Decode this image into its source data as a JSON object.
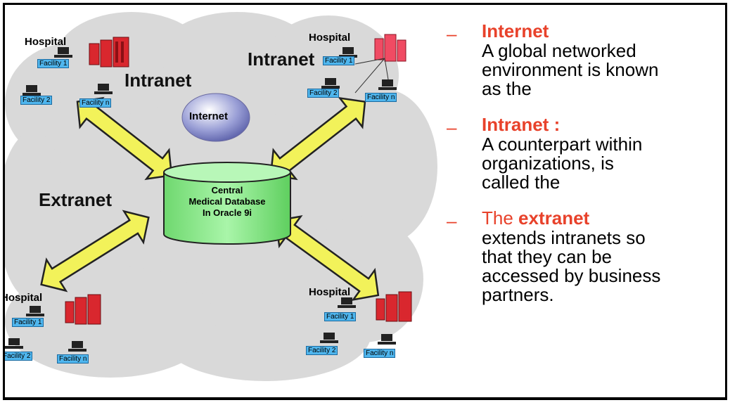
{
  "diagram": {
    "labels": {
      "intranet_left": "Intranet",
      "intranet_right": "Intranet",
      "extranet": "Extranet",
      "internet": "Internet"
    },
    "database": {
      "line1": "Central",
      "line2": "Medical Database",
      "line3": "In Oracle 9i"
    },
    "hospitals": {
      "label": "Hospital",
      "facility_1": "Facility 1",
      "facility_2": "Facility 2",
      "facility_n": "Facility n"
    },
    "colors": {
      "cloud": "#d9d9d9",
      "arrow_fill": "#f2f25a",
      "database_fill": "#8be98b",
      "building": "#d9272e",
      "facility_tag": "#4fb6ee",
      "heading_red": "#e8422b"
    }
  },
  "notes": [
    {
      "heading": "Internet",
      "body": "A global networked\nenvironment is known\nas the"
    },
    {
      "heading": "Intranet :",
      "body": "A counterpart within\norganizations, is\ncalled the"
    },
    {
      "heading_prefix": "The ",
      "heading": "extranet",
      "body": "extends intranets so\nthat they can be\naccessed by business\npartners."
    }
  ]
}
